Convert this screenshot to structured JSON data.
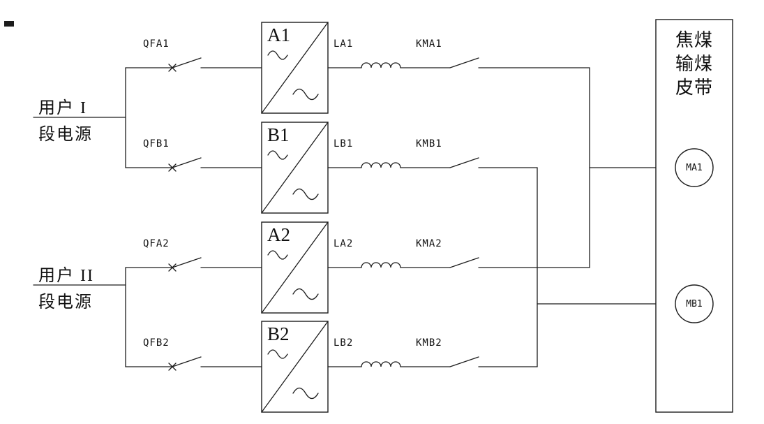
{
  "diagram": {
    "sources": [
      {
        "line1": "用户 I",
        "line2": "段电源"
      },
      {
        "line1": "用户 II",
        "line2": "段电源"
      }
    ],
    "branches": [
      {
        "breaker": "QFA1",
        "drive": "A1",
        "reactor": "LA1",
        "contactor": "KMA1"
      },
      {
        "breaker": "QFB1",
        "drive": "B1",
        "reactor": "LB1",
        "contactor": "KMB1"
      },
      {
        "breaker": "QFA2",
        "drive": "A2",
        "reactor": "LA2",
        "contactor": "KMA2"
      },
      {
        "breaker": "QFB2",
        "drive": "B2",
        "reactor": "LB2",
        "contactor": "KMB2"
      }
    ],
    "load": {
      "title_lines": [
        "焦煤",
        "输煤",
        "皮带"
      ],
      "motors": [
        {
          "label": "MA1"
        },
        {
          "label": "MB1"
        }
      ]
    },
    "colors": {
      "line": "#1c1c1c",
      "background": "#ffffff"
    }
  }
}
